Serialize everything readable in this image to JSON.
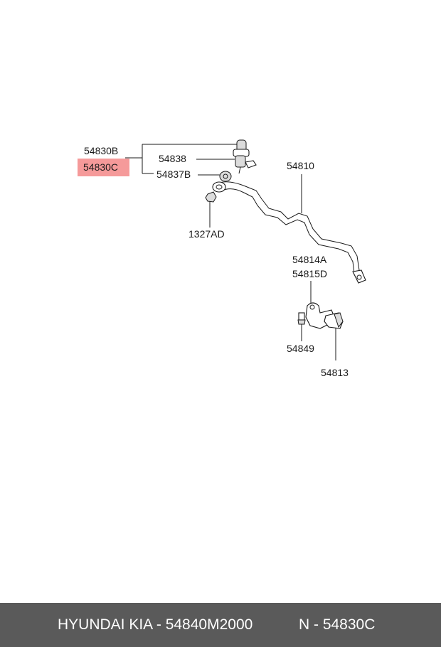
{
  "labels": {
    "l_54830B": "54830B",
    "l_54830C": "54830C",
    "l_54838": "54838",
    "l_54837B": "54837B",
    "l_54810": "54810",
    "l_1327AD": "1327AD",
    "l_54814A": "54814A",
    "l_54815D": "54815D",
    "l_54849": "54849",
    "l_54813": "54813"
  },
  "highlight_color": "#f59a9a",
  "footer": {
    "brand": "HYUNDAI  KIA - 54840M2000",
    "part": "N - 54830C"
  }
}
